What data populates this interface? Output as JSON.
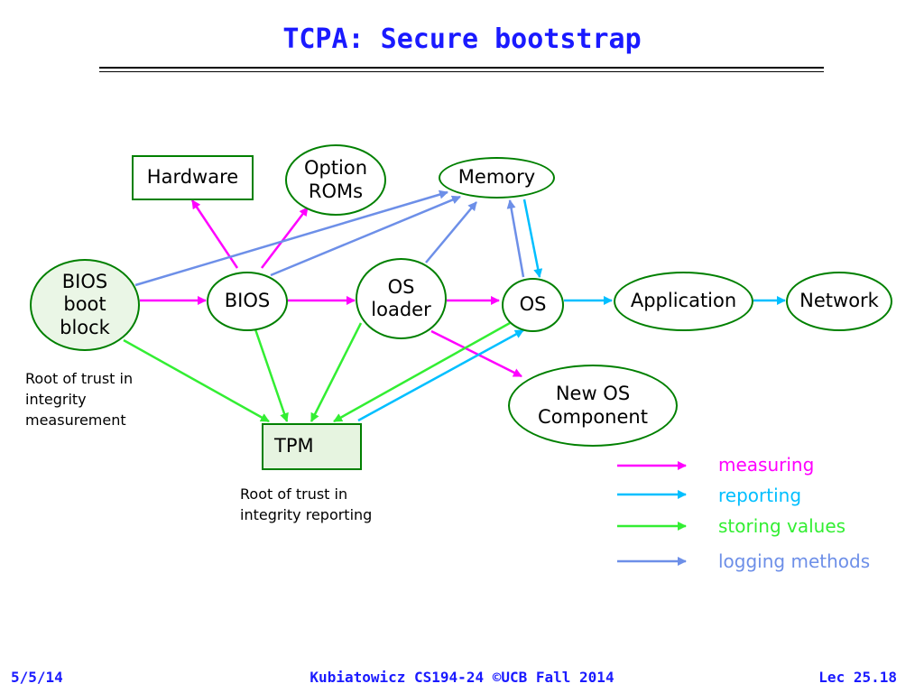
{
  "slide": {
    "title": "TCPA: Secure bootstrap"
  },
  "nodes": {
    "hardware": "Hardware",
    "option_roms": "Option\nROMs",
    "memory": "Memory",
    "bios_boot_block": "BIOS\nboot\nblock",
    "bios": "BIOS",
    "os_loader": "OS\nloader",
    "os": "OS",
    "application": "Application",
    "network": "Network",
    "new_os_component": "New OS\nComponent",
    "tpm": "TPM"
  },
  "notes": {
    "root_measurement": "Root of trust in\nintegrity\nmeasurement",
    "root_reporting": "Root of trust in\nintegrity reporting"
  },
  "legend": [
    {
      "label": "measuring",
      "color": "#ff00ff"
    },
    {
      "label": "reporting",
      "color": "#00bfff"
    },
    {
      "label": "storing values",
      "color": "#33ee33"
    },
    {
      "label": "logging methods",
      "color": "#6d8fe8"
    }
  ],
  "colors": {
    "title": "#1a1aff",
    "node_border": "#008000",
    "measuring": "#ff00ff",
    "reporting": "#00bfff",
    "storing": "#33ee33",
    "logging": "#6d8fe8"
  },
  "footer": {
    "date": "5/5/14",
    "course": "Kubiatowicz CS194-24 ©UCB Fall 2014",
    "lecture": "Lec 25.18"
  }
}
